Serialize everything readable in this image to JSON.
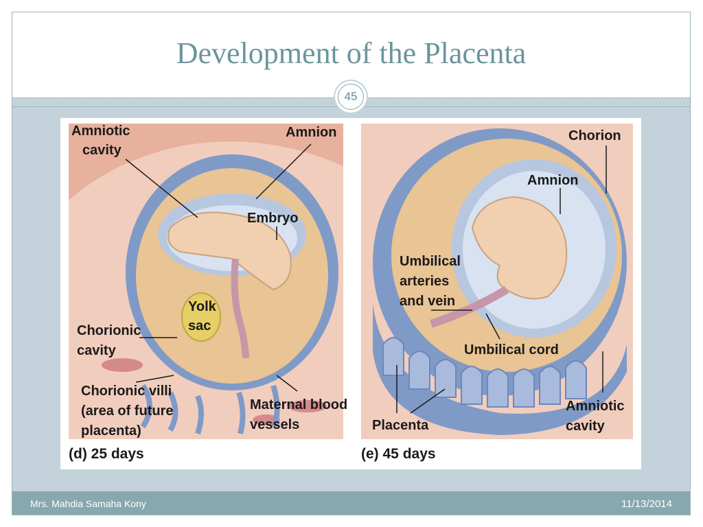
{
  "slide": {
    "title": "Development of the Placenta",
    "page_number": "45",
    "footer_author": "Mrs. Mahdia Samaha Kony",
    "footer_date": "11/13/2014"
  },
  "diagram_d": {
    "caption": "(d)  25 days",
    "labels": {
      "amniotic_cavity_1": "Amniotic",
      "amniotic_cavity_2": "cavity",
      "amnion": "Amnion",
      "embryo": "Embryo",
      "yolk_sac_1": "Yolk",
      "yolk_sac_2": "sac",
      "chorionic_cavity_1": "Chorionic",
      "chorionic_cavity_2": "cavity",
      "chorionic_villi_1": "Chorionic villi",
      "chorionic_villi_2": "(area of future",
      "chorionic_villi_3": "placenta)",
      "maternal_vessels_1": "Maternal blood",
      "maternal_vessels_2": "vessels"
    }
  },
  "diagram_e": {
    "caption": "(e) 45 days",
    "labels": {
      "chorion": "Chorion",
      "amnion": "Amnion",
      "umbilical_1": "Umbilical",
      "umbilical_2": "arteries",
      "umbilical_3": "and vein",
      "umbilical_cord": "Umbilical cord",
      "placenta": "Placenta",
      "amniotic_cavity_1": "Amniotic",
      "amniotic_cavity_2": "cavity"
    }
  }
}
